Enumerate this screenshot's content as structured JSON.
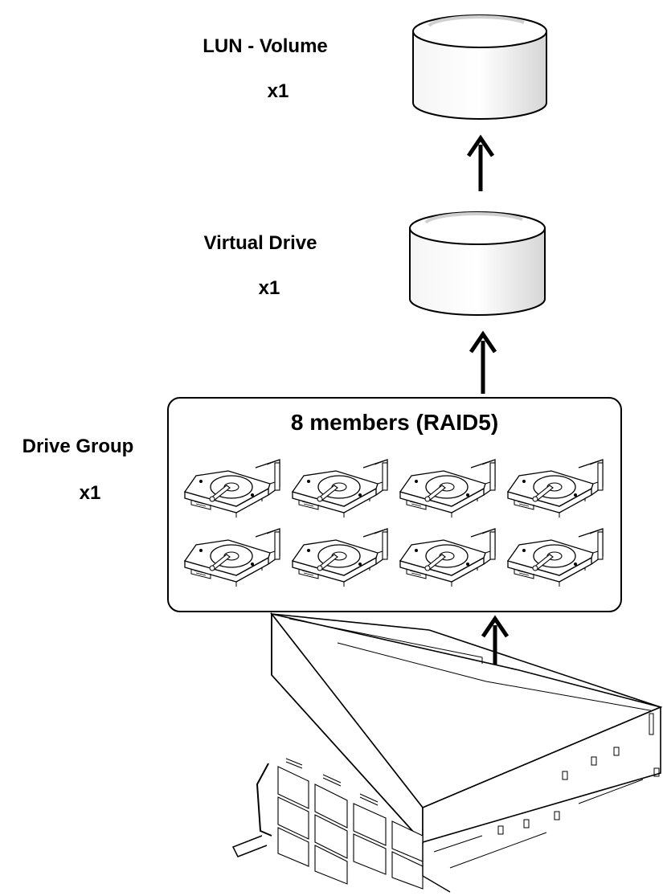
{
  "levels": {
    "lun": {
      "name": "LUN - Volume",
      "count": "x1"
    },
    "virtual_drive": {
      "name": "Virtual Drive",
      "count": "x1"
    },
    "drive_group": {
      "name": "Drive Group",
      "count": "x1",
      "members_label": "8 members (RAID5)"
    }
  },
  "icons": {
    "lun": "cylinder-volume-icon",
    "virtual_drive": "cylinder-volume-icon",
    "member_drive": "hard-disk-drive-icon",
    "server": "rack-server-2u-icon",
    "arrow": "up-arrow-icon"
  },
  "colors": {
    "stroke": "#000000",
    "cylinder_fill": "#ffffff",
    "cylinder_shade": "#d9d9d9"
  }
}
